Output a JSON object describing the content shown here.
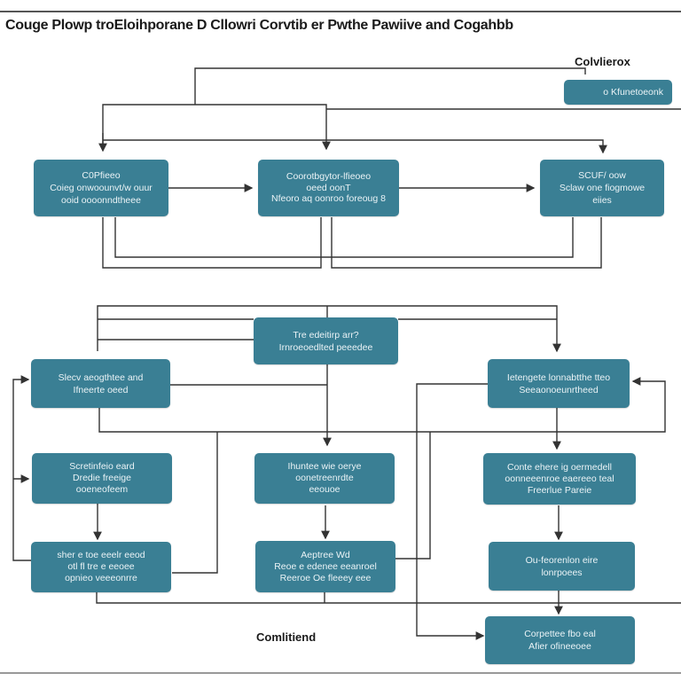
{
  "title": "Cougе Plowp troEloihporane D Cllowri Corvtib er Pwthe Pawiive and Cogahbb",
  "top_right_label": "Colvlierox",
  "bottom_label": "Comlitiend",
  "node_color": "#3a7f94",
  "nodes": {
    "legend": {
      "lines": [
        "o Kfunetoeonk"
      ]
    },
    "a": {
      "lines": [
        "C0Pfieeo",
        "Coieg onwoounvt/w ouur",
        "ooid oooonndtheee"
      ]
    },
    "b": {
      "lines": [
        "Coorotbgytor-lfieoeo",
        "oeed oonT",
        "Nfeoro aq oonroo foreoug 8"
      ]
    },
    "c": {
      "lines": [
        "SCUF/ oow",
        "Sclaw one fiogmowe",
        "eiies"
      ]
    },
    "d": {
      "lines": [
        "Tre edeitirp arr?",
        "Irnroeoedlted peeedee"
      ]
    },
    "e": {
      "lines": [
        "Slecv aeogthtee and",
        "Ifneerte oeed"
      ]
    },
    "f": {
      "lines": [
        "Ietengete lonnabtthe tteo",
        "Seeaonoeunrtheed"
      ]
    },
    "g": {
      "lines": [
        "Scretinfeio eard",
        "Dredie freeige",
        "ooeneofeem"
      ]
    },
    "h": {
      "lines": [
        "Ihuntee wie oerye",
        "oonetreenrdte",
        "eeouoe"
      ]
    },
    "i": {
      "lines": [
        "Conte ehere ig oermedell",
        "oonneeenroe eaereeo teal",
        "Freerlue Pareie"
      ]
    },
    "j": {
      "lines": [
        "sher e toe eeelr eeod",
        "otl fl tre e eeoee",
        "opnieo veeeonrre"
      ]
    },
    "k": {
      "lines": [
        "Aeptree Wd",
        "Reoe e edenee eeanroel",
        "Reeroe Oe fleeey eee"
      ]
    },
    "l": {
      "lines": [
        "Ou-feorenlon eire",
        "lonrpoees"
      ]
    },
    "m": {
      "lines": [
        "Corpettee fbo eal",
        "Afier ofineeoee"
      ]
    }
  }
}
